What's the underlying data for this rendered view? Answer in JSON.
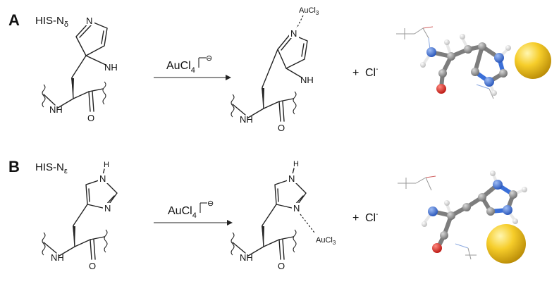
{
  "panel_a": {
    "letter": "A",
    "title_main": "HIS-N",
    "title_sub": "δ",
    "reactant": {
      "n_top": "N",
      "nh_ring": "NH",
      "nh_backbone": "NH",
      "o": "O"
    },
    "reagent": {
      "main": "AuCl",
      "sub": "4",
      "sup": "⊖"
    },
    "product": {
      "ligand": "AuCl",
      "ligand_sub": "3",
      "n_top": "N",
      "nh_ring": "NH",
      "nh_backbone": "NH",
      "o": "O"
    },
    "byproduct": {
      "plus": "+",
      "ion": "Cl",
      "charge": "-"
    }
  },
  "panel_b": {
    "letter": "B",
    "title_main": "HIS-N",
    "title_sub": "ε",
    "reactant": {
      "nh_top": "H",
      "n_top_atom": "N",
      "n_ring": "N",
      "nh_backbone": "NH",
      "o": "O"
    },
    "reagent": {
      "main": "AuCl",
      "sub": "4",
      "sup": "⊖"
    },
    "product": {
      "nh_top": "H",
      "n_top_atom": "N",
      "n_ring": "N",
      "ligand": "AuCl",
      "ligand_sub": "3",
      "nh_backbone": "NH",
      "o": "O"
    },
    "byproduct": {
      "plus": "+",
      "ion": "Cl",
      "charge": "-"
    }
  },
  "colors": {
    "gold_sphere": "#f2c21b",
    "gold_highlight": "#fff3a0",
    "carbon": "#8a8a8a",
    "nitrogen": "#3a6fd8",
    "oxygen": "#e0221c",
    "hydrogen": "#f2f2f2"
  }
}
